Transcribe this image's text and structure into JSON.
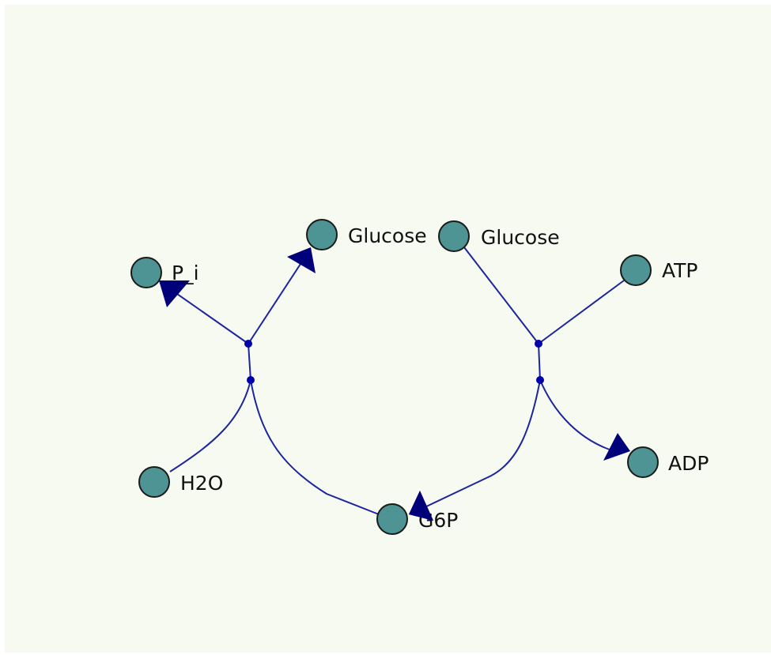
{
  "colors": {
    "background": "#f7faf0",
    "node_fill": "#4f9494",
    "node_stroke": "#1a1a1a",
    "edge": "#1c24a0",
    "arrowhead": "#00007a",
    "junction": "#0000aa",
    "label": "#111111"
  },
  "nodes": {
    "p_i": {
      "label": "P_i"
    },
    "glucose_left": {
      "label": "Glucose"
    },
    "glucose_right": {
      "label": "Glucose"
    },
    "atp": {
      "label": "ATP"
    },
    "h2o": {
      "label": "H2O"
    },
    "g6p": {
      "label": "G6P"
    },
    "adp": {
      "label": "ADP"
    }
  },
  "edges": [
    {
      "from": "left-junction-top",
      "to": "p_i",
      "arrow": true
    },
    {
      "from": "left-junction-top",
      "to": "glucose_left",
      "arrow": true
    },
    {
      "from": "h2o",
      "to": "left-junction-bottom",
      "arrow": false
    },
    {
      "from": "g6p",
      "to": "left-junction-bottom",
      "arrow": false
    },
    {
      "from": "glucose_right",
      "to": "right-junction-top",
      "arrow": false
    },
    {
      "from": "atp",
      "to": "right-junction-top",
      "arrow": false
    },
    {
      "from": "right-junction-bottom",
      "to": "adp",
      "arrow": true
    },
    {
      "from": "right-junction-bottom",
      "to": "g6p",
      "arrow": true
    }
  ]
}
